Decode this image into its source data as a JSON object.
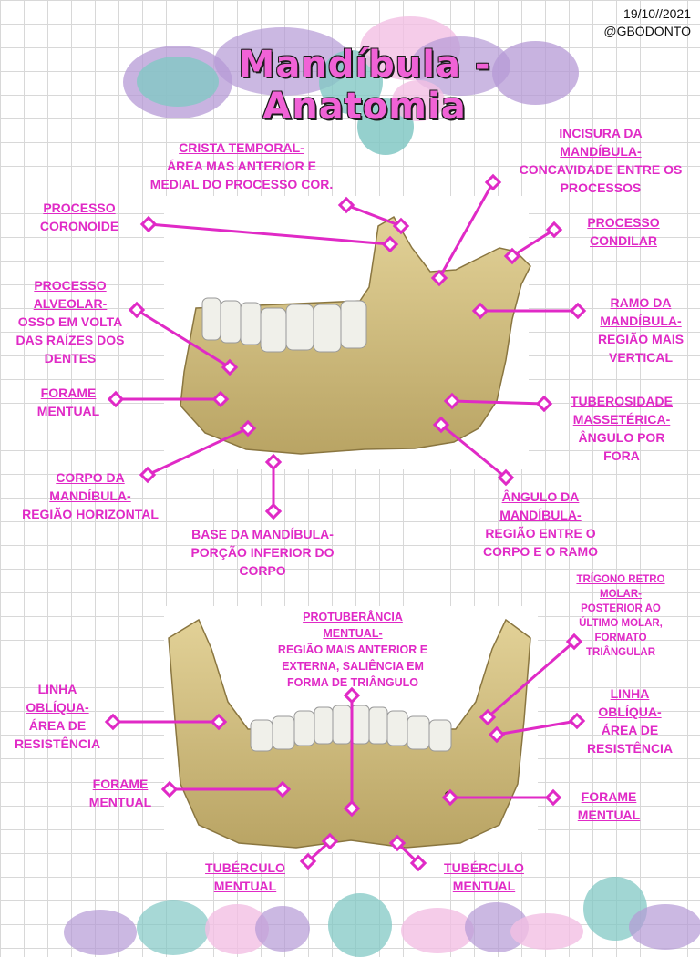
{
  "header": {
    "date": "19/10//2021",
    "handle": "@GBODONTO",
    "title": "Mandíbula - Anatomia"
  },
  "colors": {
    "accent": "#e02ac6",
    "bone": "#d4c184",
    "blob_purple": "#b59ad6",
    "blob_teal": "#82c8c4",
    "blob_pink": "#f3bfe4"
  },
  "labels": {
    "crista_temporal": {
      "h": "CRISTA TEMPORAL-",
      "d1": "ÁREA MAS ANTERIOR E",
      "d2": "MEDIAL DO PROCESSO COR."
    },
    "incisura": {
      "h1": "INCISURA DA",
      "h2": "MANDÍBULA-",
      "d1": "CONCAVIDADE ENTRE OS",
      "d2": "PROCESSOS"
    },
    "coronoide": {
      "h1": "PROCESSO",
      "h2": "CORONOIDE"
    },
    "condilar": {
      "h1": "PROCESSO",
      "h2": "CONDILAR"
    },
    "alveolar": {
      "h1": "PROCESSO",
      "h2": "ALVEOLAR-",
      "d1": "OSSO EM VOLTA",
      "d2": "DAS RAÍZES DOS",
      "d3": "DENTES"
    },
    "ramo": {
      "h1": "RAMO DA",
      "h2": "MANDÍBULA-",
      "d1": "REGIÃO MAIS",
      "d2": "VERTICAL"
    },
    "forame_left": {
      "h1": "FORAME",
      "h2": "MENTUAL"
    },
    "tuberosidade": {
      "h1": "TUBEROSIDADE",
      "h2": "MASSETÉRICA-",
      "d1": "ÂNGULO POR",
      "d2": "FORA"
    },
    "corpo": {
      "h1": "CORPO DA",
      "h2": "MANDÍBULA-",
      "d1": "REGIÃO HORIZONTAL"
    },
    "angulo": {
      "h1": "ÂNGULO DA",
      "h2": "MANDÍBULA-",
      "d1": "REGIÃO ENTRE O",
      "d2": "CORPO E O RAMO"
    },
    "base": {
      "h": "BASE DA MANDÍBULA-",
      "d1": "PORÇÃO INFERIOR DO",
      "d2": "CORPO"
    },
    "trigono": {
      "h1": "TRÍGONO RETRO",
      "h2": "MOLAR-",
      "d1": "POSTERIOR AO",
      "d2": "ÚLTIMO MOLAR,",
      "d3": "FORMATO",
      "d4": "TRIÂNGULAR"
    },
    "protuberancia": {
      "h1": "PROTUBERÂNCIA",
      "h2": "MENTUAL-",
      "d1": "REGIÃO MAIS ANTERIOR E",
      "d2": "EXTERNA, SALIÊNCIA EM",
      "d3": "FORMA DE TRIÂNGULO"
    },
    "linha_left": {
      "h1": "LINHA",
      "h2": "OBLÍQUA-",
      "d1": "ÁREA DE",
      "d2": "RESISTÊNCIA"
    },
    "linha_right": {
      "h1": "LINHA",
      "h2": "OBLÍQUA-",
      "d1": "ÁREA DE",
      "d2": "RESISTÊNCIA"
    },
    "forame_front_left": {
      "h1": "FORAME",
      "h2": "MENTUAL"
    },
    "forame_front_right": {
      "h1": "FORAME",
      "h2": "MENTUAL"
    },
    "tuberculo_left": {
      "h1": "TUBÉRCULO",
      "h2": "MENTUAL"
    },
    "tuberculo_right": {
      "h1": "TUBÉRCULO",
      "h2": "MENTUAL"
    }
  }
}
